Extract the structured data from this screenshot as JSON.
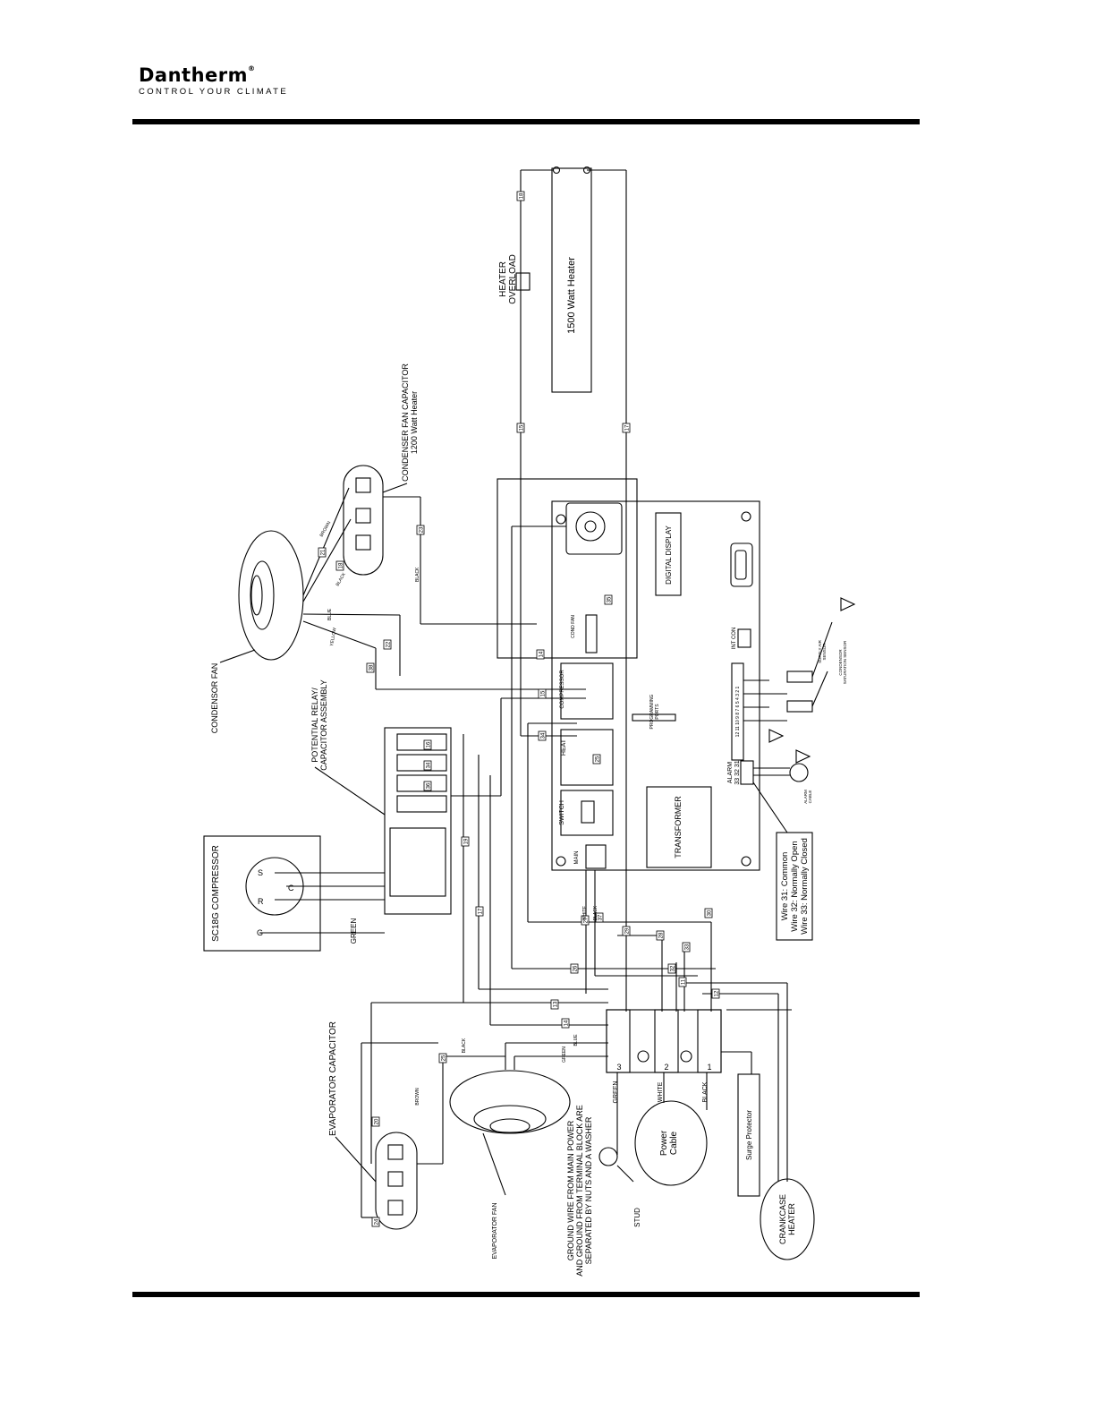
{
  "header": {
    "brand": "Dantherm",
    "registered": "®",
    "tagline": "CONTROL YOUR CLIMATE"
  },
  "diagram": {
    "heater_overload": [
      "HEATER",
      "OVERLOAD"
    ],
    "heater_1500": "1500 Watt Heater",
    "condenser_fan_capacitor": [
      "CONDENSER FAN CAPACITOR",
      "1200 Watt Heater"
    ],
    "condensor_fan": "CONDENSOR FAN",
    "potential_relay": [
      "POTENTIAL RELAY/",
      "CAPACITOR ASSEMBLY"
    ],
    "compressor": "SC18G COMPRESSOR",
    "evaporator_capacitor": "EVAPORATOR CAPACITOR",
    "evaporator_fan": "EVAPORATOR FAN",
    "ground_note": [
      "GROUND WIRE FROM MAIN POWER",
      "AND GROUND FROM TERMINAL BLOCK ARE",
      "SEPARATED BY NUTS AND A WASHER"
    ],
    "stud": "STUD",
    "power_cable": [
      "Power",
      "Cable"
    ],
    "surge_protector": "Surge Protector",
    "crankcase_heater": [
      "CRANKCASE",
      "HEATER"
    ],
    "digital_display": "DIGITAL DISPLAY",
    "transformer": "TRANSFORMER",
    "switch": "SWITCH",
    "heat": "HEAT",
    "compressor_relay": "COMPRESSOR",
    "cond_fan_relay": "COND FAN",
    "main": "MAIN",
    "programming_port": [
      "PROGRAMMING",
      "PORTS"
    ],
    "int_con": "INT CON",
    "alarm": [
      "ALARM",
      "33 32 31"
    ],
    "terminal_numbers": "12 11 10 9 8 7 6 5 4 3 2 1",
    "sensor_labels": [
      "SUPPLY AIR",
      "SENSOR",
      "CONDENSOR",
      "SATURATION SENSOR"
    ],
    "alarm_cable": [
      "ALARM",
      "CABLE"
    ],
    "alarm_legend": [
      "Wire 31: Common",
      "Wire 32: Normally Open",
      "Wire 33: Normally Closed"
    ],
    "wire_colors": {
      "brown": "BROWN",
      "black": "BLACK",
      "blue": "BLUE",
      "yellow": "YELLOW",
      "green": "GREEN",
      "white": "WHITE"
    },
    "compressor_terminals": [
      "S",
      "R",
      "C",
      "G"
    ],
    "block_numbers": [
      "3",
      "2",
      "1"
    ],
    "wire_numbers": [
      "18",
      "15",
      "17",
      "23",
      "18",
      "21",
      "22",
      "38",
      "14",
      "15",
      "34",
      "25",
      "35",
      "16",
      "34",
      "36",
      "19",
      "17",
      "27",
      "37",
      "29",
      "28",
      "33",
      "30",
      "32",
      "11",
      "12",
      "13",
      "14",
      "26",
      "20",
      "24",
      "25"
    ]
  }
}
